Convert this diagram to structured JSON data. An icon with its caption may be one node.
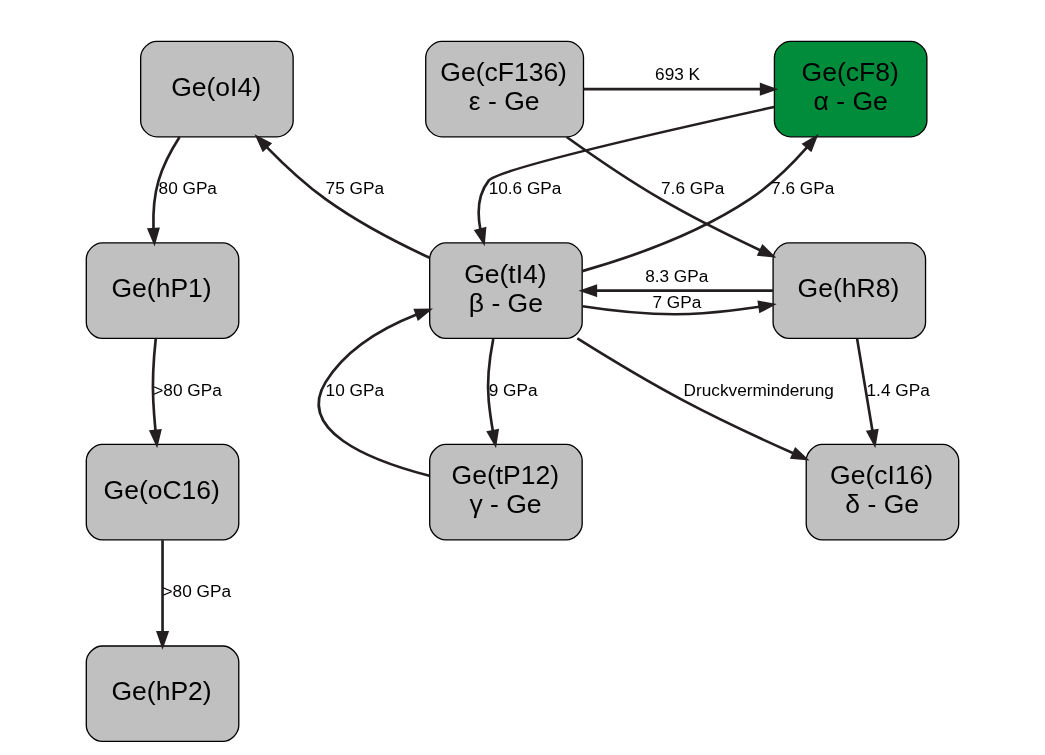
{
  "diagram": {
    "nodes": [
      {
        "text": [
          "Ge(oI4)"
        ]
      },
      {
        "text": [
          "Ge(hP1)"
        ]
      },
      {
        "text": [
          "Ge(oC16)"
        ]
      },
      {
        "text": [
          "Ge(hP2)"
        ]
      },
      {
        "text": [
          "Ge(cF8)",
          "α - Ge"
        ]
      },
      {
        "text": [
          "Ge(cF136)",
          "ε - Ge"
        ]
      },
      {
        "text": [
          "Ge(tI4)",
          "β - Ge"
        ]
      },
      {
        "text": [
          "Ge(hR8)"
        ]
      },
      {
        "text": [
          "Ge(tP12)",
          "γ - Ge"
        ]
      },
      {
        "text": [
          "Ge(cI16)",
          "δ - Ge"
        ]
      }
    ],
    "edges": [
      {
        "from": 0,
        "to": 1,
        "arrow": "to",
        "label": "80 GPa"
      },
      {
        "from": 1,
        "to": 2,
        "arrow": "to",
        "label": ">80 GPa"
      },
      {
        "from": 2,
        "to": 3,
        "arrow": "to",
        "label": ">80 GPa"
      },
      {
        "from": 6,
        "to": 0,
        "arrow": "to",
        "label": "75 GPa"
      },
      {
        "from": 6,
        "to": 4,
        "arrow": "to",
        "label": "7.6 GPa"
      },
      {
        "from": 4,
        "to": 6,
        "arrow": "to",
        "label": "10.6 GPa"
      },
      {
        "from": 5,
        "to": 4,
        "arrow": "to",
        "label": "693 K"
      },
      {
        "from": 5,
        "to": 7,
        "arrow": "to",
        "label": "7.6 GPa"
      },
      {
        "from": 6,
        "to": 7,
        "arrow": "to",
        "label": "7 GPa"
      },
      {
        "from": 7,
        "to": 6,
        "arrow": "to",
        "label": "8.3 GPa"
      },
      {
        "from": 7,
        "to": 9,
        "arrow": "to",
        "label": "1.4 GPa"
      },
      {
        "from": 6,
        "to": 9,
        "arrow": "to",
        "label": "Druckverminderung"
      },
      {
        "from": 8,
        "to": 6,
        "arrow": "to",
        "label": "10 GPa"
      },
      {
        "from": 6,
        "to": 8,
        "arrow": "to",
        "label": "9 GPa"
      }
    ]
  }
}
